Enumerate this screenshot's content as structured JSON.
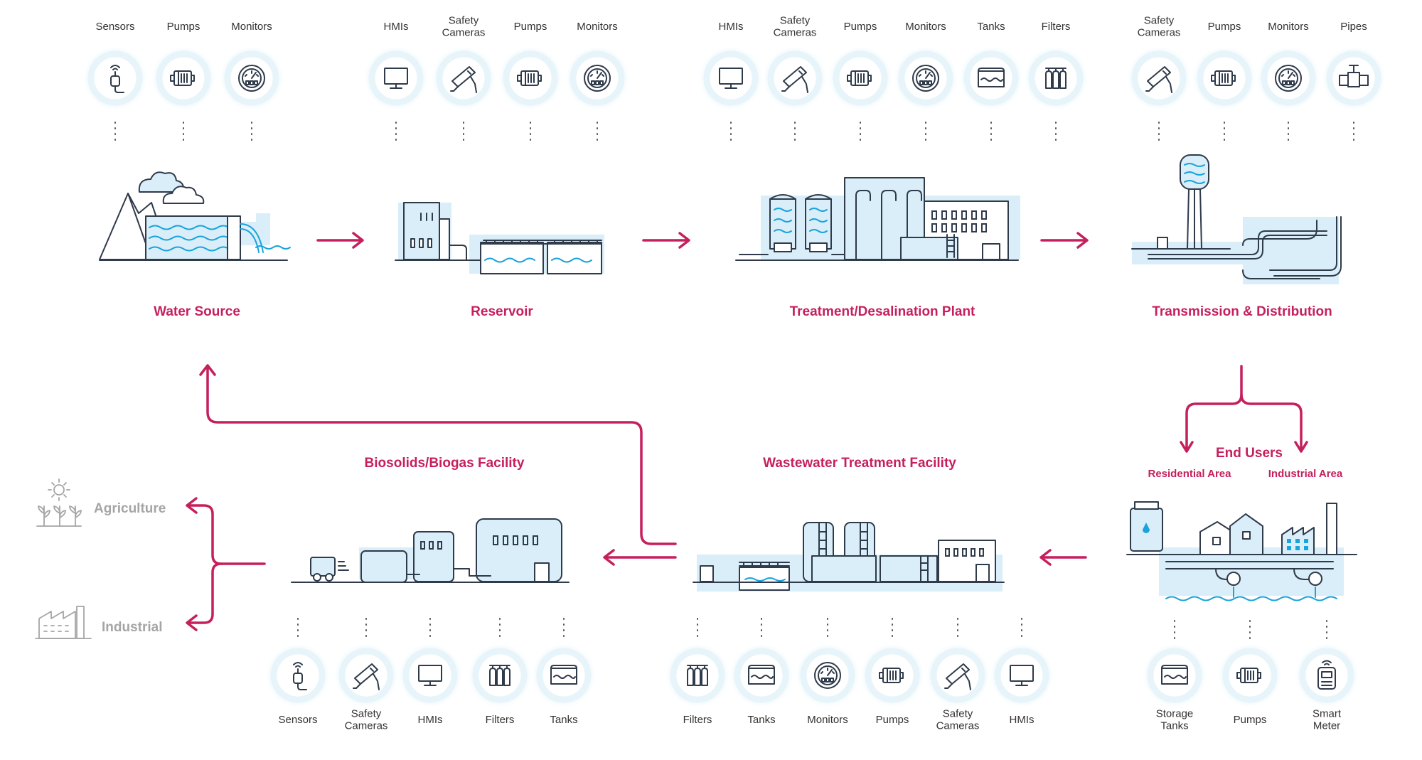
{
  "colors": {
    "accent": "#c51f5d",
    "muted": "#a5a5a5",
    "water": "#1aa3dc",
    "tint": "#d9eef8",
    "ink": "#2f3a4a"
  },
  "stages": {
    "water_source": "Water Source",
    "reservoir": "Reservoir",
    "treatment": "Treatment/Desalination Plant",
    "transmission": "Transmission & Distribution",
    "end_users": "End Users",
    "residential": "Residential Area",
    "industrial_area": "Industrial Area",
    "wastewater": "Wastewater Treatment Facility",
    "biosolids": "Biosolids/Biogas Facility",
    "agriculture": "Agriculture",
    "industrial": "Industrial"
  },
  "device_groups": {
    "water_source": [
      {
        "label": "Sensors",
        "icon": "sensor-icon"
      },
      {
        "label": "Pumps",
        "icon": "pump-icon"
      },
      {
        "label": "Monitors",
        "icon": "gauge-icon"
      }
    ],
    "reservoir": [
      {
        "label": "HMIs",
        "icon": "hmi-icon"
      },
      {
        "label": "Safety\nCameras",
        "icon": "camera-icon"
      },
      {
        "label": "Pumps",
        "icon": "pump-icon"
      },
      {
        "label": "Monitors",
        "icon": "gauge-icon"
      }
    ],
    "treatment": [
      {
        "label": "HMIs",
        "icon": "hmi-icon"
      },
      {
        "label": "Safety\nCameras",
        "icon": "camera-icon"
      },
      {
        "label": "Pumps",
        "icon": "pump-icon"
      },
      {
        "label": "Monitors",
        "icon": "gauge-icon"
      },
      {
        "label": "Tanks",
        "icon": "tank-icon"
      },
      {
        "label": "Filters",
        "icon": "filter-icon"
      }
    ],
    "transmission": [
      {
        "label": "Safety\nCameras",
        "icon": "camera-icon"
      },
      {
        "label": "Pumps",
        "icon": "pump-icon"
      },
      {
        "label": "Monitors",
        "icon": "gauge-icon"
      },
      {
        "label": "Pipes",
        "icon": "pipe-icon"
      }
    ],
    "biosolids": [
      {
        "label": "Sensors",
        "icon": "sensor-icon"
      },
      {
        "label": "Safety\nCameras",
        "icon": "camera-icon"
      },
      {
        "label": "HMIs",
        "icon": "hmi-icon"
      },
      {
        "label": "Filters",
        "icon": "filter-icon"
      },
      {
        "label": "Tanks",
        "icon": "tank-icon"
      }
    ],
    "wastewater": [
      {
        "label": "Filters",
        "icon": "filter-icon"
      },
      {
        "label": "Tanks",
        "icon": "tank-icon"
      },
      {
        "label": "Monitors",
        "icon": "gauge-icon"
      },
      {
        "label": "Pumps",
        "icon": "pump-icon"
      },
      {
        "label": "Safety\nCameras",
        "icon": "camera-icon"
      },
      {
        "label": "HMIs",
        "icon": "hmi-icon"
      }
    ],
    "end_users": [
      {
        "label": "Storage\nTanks",
        "icon": "tank-icon"
      },
      {
        "label": "Pumps",
        "icon": "pump-icon"
      },
      {
        "label": "Smart\nMeter",
        "icon": "smart-meter-icon"
      }
    ]
  }
}
